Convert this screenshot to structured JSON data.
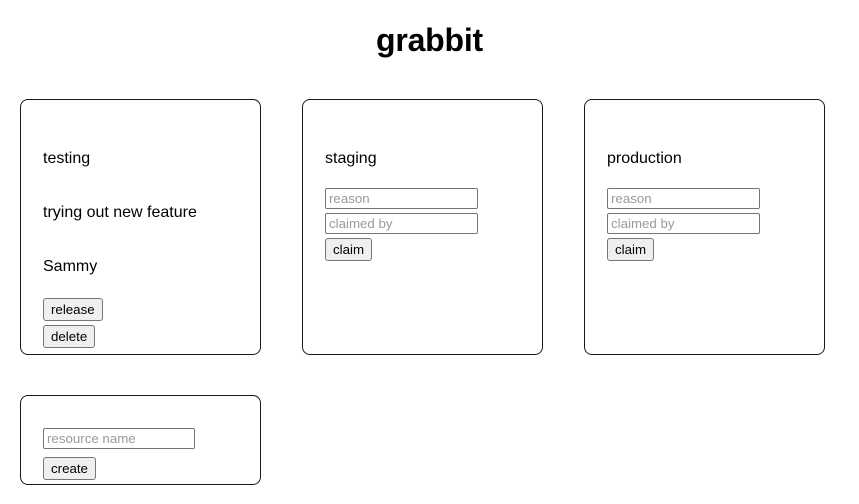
{
  "app": {
    "title": "grabbit"
  },
  "resources": [
    {
      "name": "testing",
      "claimed": true,
      "reason": "trying out new feature",
      "claimed_by": "Sammy",
      "release_label": "release",
      "delete_label": "delete"
    },
    {
      "name": "staging",
      "claimed": false,
      "reason_placeholder": "reason",
      "claimed_by_placeholder": "claimed by",
      "claim_label": "claim"
    },
    {
      "name": "production",
      "claimed": false,
      "reason_placeholder": "reason",
      "claimed_by_placeholder": "claimed by",
      "claim_label": "claim"
    }
  ],
  "create_form": {
    "resource_name_placeholder": "resource name",
    "create_label": "create"
  },
  "colors": {
    "page_background": "#ffffff",
    "card_border": "#1a1a1a",
    "text": "#000000",
    "placeholder": "#9a9a9a",
    "button_background": "#efefef",
    "control_border": "#767676"
  }
}
